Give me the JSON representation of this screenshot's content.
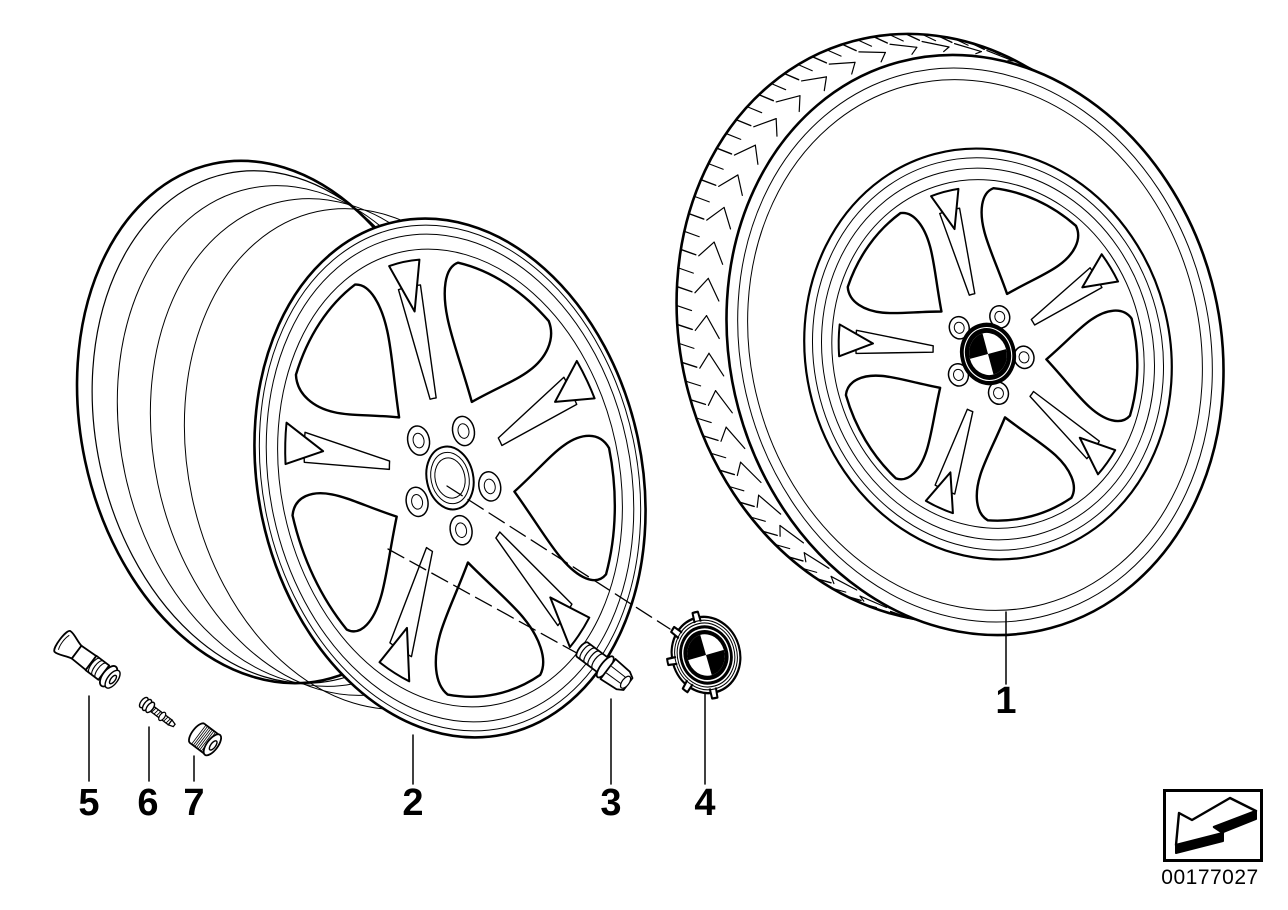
{
  "page": {
    "background_color": "#ffffff",
    "line_color": "#000000"
  },
  "callouts": [
    {
      "label": "1"
    },
    {
      "label": "2"
    },
    {
      "label": "3"
    },
    {
      "label": "4"
    },
    {
      "label": "5"
    },
    {
      "label": "6"
    },
    {
      "label": "7"
    }
  ],
  "footer": {
    "part_number": "00177027"
  },
  "icons": {
    "stamp_arrow": "arrow-down-left-3d-icon"
  }
}
